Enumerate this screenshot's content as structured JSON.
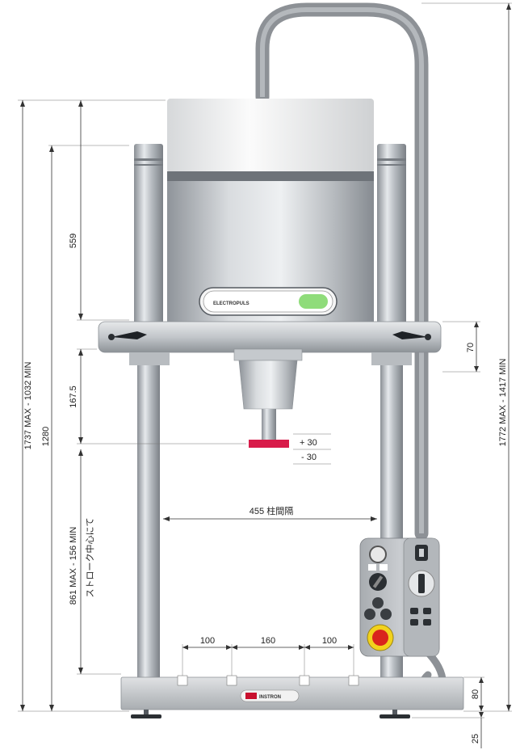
{
  "dimensions": {
    "overall_height": "1737 MAX - 1032 MIN",
    "frame_height": "1280",
    "actuator_height": "559",
    "crosshead_to_specimen": "167.5",
    "stroke_center_height": "861 MAX - 156 MIN",
    "stroke_center_label": "ストローク中心にて",
    "crosshead_thickness": "70",
    "total_height_right": "1772 MAX - 1417 MIN",
    "stroke_plus": "+ 30",
    "stroke_minus": "- 30",
    "column_spacing": "455 柱間隔",
    "slot_spacing_left": "100",
    "slot_spacing_center": "160",
    "slot_spacing_right": "100",
    "base_height": "80",
    "foot_height": "25"
  },
  "labels": {
    "actuator_brand": "ELECTROPULS",
    "base_brand": "INSTRON"
  },
  "colors": {
    "specimen": "#d81c4a",
    "emergency_stop": "#d9241d",
    "status_led": "#8fdc7a"
  }
}
